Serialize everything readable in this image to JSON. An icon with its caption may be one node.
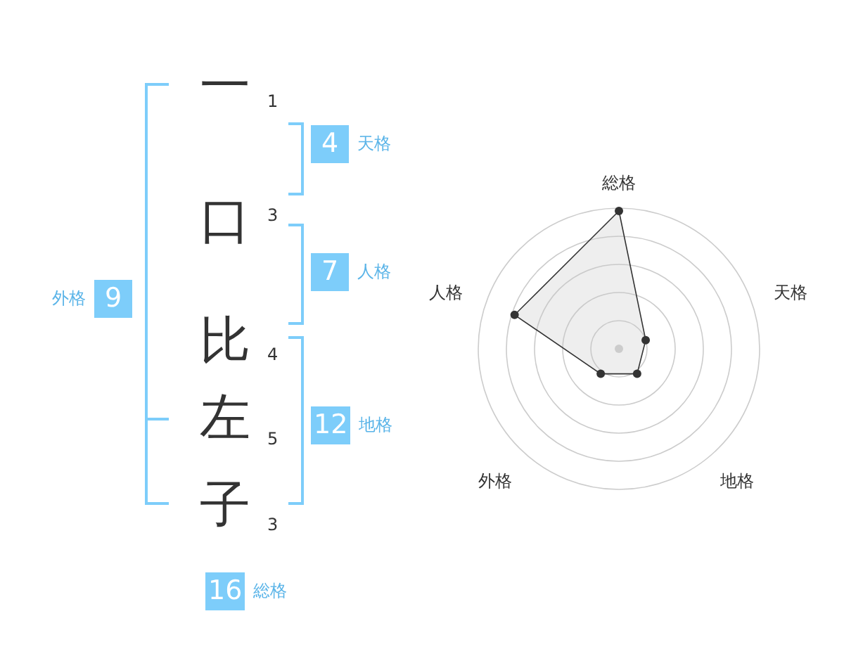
{
  "diagram": {
    "nodes": [
      {
        "text": [
          "4"
        ],
        "beside": [
          "天格"
        ]
      },
      {
        "text": [
          "7"
        ],
        "beside": [
          "人格"
        ]
      },
      {
        "text": [
          "9"
        ],
        "beside": [
          "外格"
        ]
      },
      {
        "text": [
          "12"
        ],
        "beside": [
          "地格"
        ]
      },
      {
        "text": [
          "16"
        ],
        "beside": [
          "総格"
        ]
      }
    ],
    "edges": [],
    "labels": [
      "一",
      "1",
      "口",
      "3",
      "比",
      "4",
      "左",
      "5",
      "子",
      "3",
      "総格",
      "天格",
      "人格",
      "外格",
      "地格"
    ]
  }
}
